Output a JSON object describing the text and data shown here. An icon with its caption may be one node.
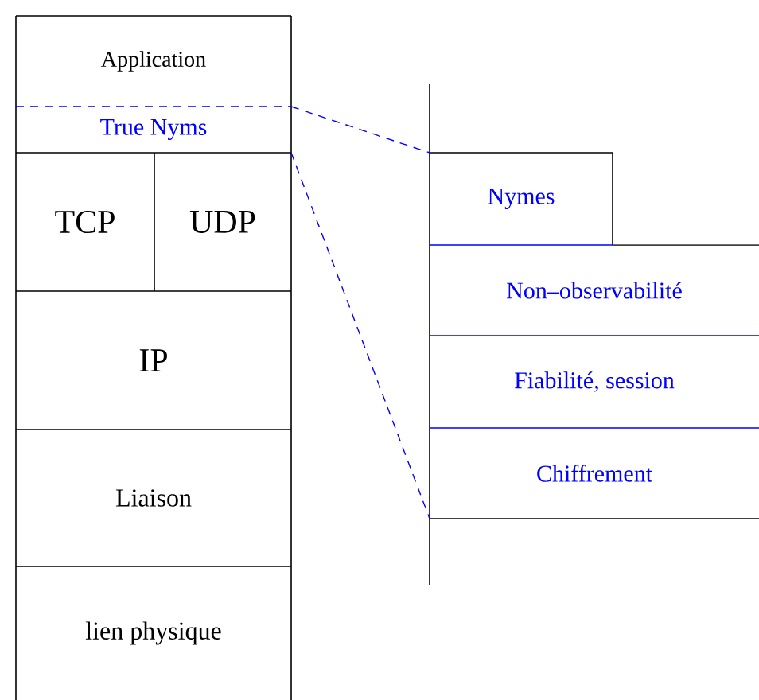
{
  "diagram": {
    "nodes": [
      {
        "text": [
          "Application"
        ]
      },
      {
        "text": [
          "True Nyms"
        ]
      },
      {
        "text": [
          "TCP"
        ]
      },
      {
        "text": [
          "UDP"
        ]
      },
      {
        "text": [
          "IP"
        ]
      },
      {
        "text": [
          "Liaison"
        ]
      },
      {
        "text": [
          "lien physique"
        ]
      },
      {
        "text": [
          "Nymes"
        ]
      },
      {
        "text": [
          "Non–observabilité"
        ]
      },
      {
        "text": [
          "Fiabilité, session"
        ]
      },
      {
        "text": [
          "Chiffrement"
        ]
      }
    ],
    "edges": [
      {
        "from": 1,
        "to": 7,
        "arrow": "none",
        "style": "dashed",
        "color": "#0000ff"
      },
      {
        "from": 1,
        "to": 10,
        "arrow": "none",
        "style": "dashed",
        "color": "#0000ff"
      }
    ]
  }
}
